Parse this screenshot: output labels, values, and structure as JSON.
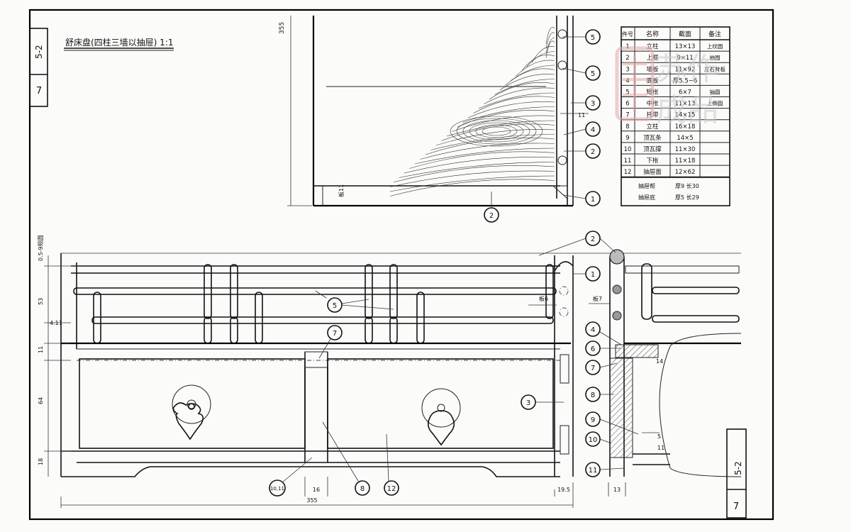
{
  "title": "舒床盘(四柱三墙以抽屉) 1:1",
  "sheet": {
    "no": "7",
    "sub": "5-2"
  },
  "top_dim": "355",
  "callouts_top": [
    "5",
    "5",
    "3",
    "4",
    "2",
    "1",
    "2"
  ],
  "dim_11_top": "11",
  "dim_11_label": "板11",
  "front": {
    "callouts": [
      "2",
      "1",
      "5",
      "7",
      "6",
      "4",
      "7",
      "8",
      "9",
      "10",
      "11",
      "3",
      "8",
      "12",
      "10,11"
    ],
    "dims_left": [
      "0.5-9规圆",
      "53",
      "4.11",
      "11",
      "64",
      "18"
    ],
    "dims_bottom": [
      "16",
      "355",
      "19.5",
      "13"
    ],
    "notes": [
      "板6",
      "板7",
      "14",
      "5",
      "11"
    ]
  },
  "table": {
    "headers": [
      "件号",
      "名称",
      "截面",
      "备注"
    ],
    "rows": [
      [
        "1",
        "立柱",
        "13×13",
        "上纹圆"
      ],
      [
        "2",
        "上框",
        "9×11",
        "抽圆"
      ],
      [
        "3",
        "墙板",
        "11×92",
        "左右背板"
      ],
      [
        "4",
        "底板",
        "厚5.5~6",
        ""
      ],
      [
        "5",
        "短枨",
        "6×7",
        "抽圆"
      ],
      [
        "6",
        "中枨",
        "11×13",
        "上倒圆"
      ],
      [
        "7",
        "托带",
        "14×15",
        ""
      ],
      [
        "8",
        "立柱",
        "16×18",
        ""
      ],
      [
        "9",
        "顶瓦条",
        "14×5",
        ""
      ],
      [
        "10",
        "顶瓦撑",
        "11×30",
        ""
      ],
      [
        "11",
        "下枨",
        "11×18",
        ""
      ],
      [
        "12",
        "抽屉面",
        "12×62",
        ""
      ]
    ],
    "footer": [
      [
        "抽屉帮",
        "厚9 长30"
      ],
      [
        "抽屉底",
        "厚5 长29"
      ]
    ]
  },
  "watermark": {
    "line1": "苏作",
    "line2": "成品"
  }
}
